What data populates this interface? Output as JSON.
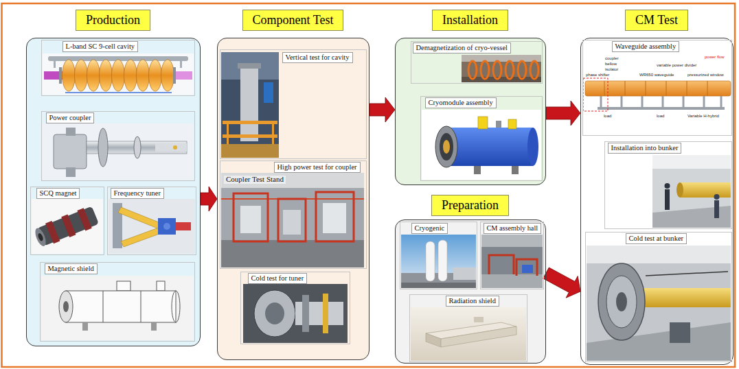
{
  "diagram": {
    "nodes": [
      {
        "text": [
          "Production"
        ]
      },
      {
        "text": [
          "L-band SC 9-cell cavity"
        ],
        "in": 0
      },
      {
        "text": [
          "Power coupler"
        ],
        "in": 0
      },
      {
        "text": [
          "SCQ magnet"
        ],
        "in": 0
      },
      {
        "text": [
          "Frequency tuner"
        ],
        "in": 0
      },
      {
        "text": [
          "Magnetic shield"
        ],
        "in": 0
      },
      {
        "text": [
          "Component Test"
        ]
      },
      {
        "text": [
          "Vertical test for cavity"
        ],
        "in": 6
      },
      {
        "text": [
          "High power test for coupler"
        ],
        "in": 6
      },
      {
        "text": [
          "Cold test for tuner"
        ],
        "in": 6
      },
      {
        "text": [
          "Installation"
        ]
      },
      {
        "text": [
          "Demagnetization of cryo-vessel"
        ],
        "in": 10
      },
      {
        "text": [
          "Cryomodule assembly"
        ],
        "in": 10
      },
      {
        "text": [
          "Preparation"
        ]
      },
      {
        "text": [
          "Cryogenic"
        ],
        "in": 13
      },
      {
        "text": [
          "CM assembly hall"
        ],
        "in": 13
      },
      {
        "text": [
          "Radiation shield"
        ],
        "in": 13
      },
      {
        "text": [
          "CM Test"
        ]
      },
      {
        "text": [
          "Waveguide assembly"
        ],
        "in": 17
      },
      {
        "text": [
          "Installation into bunker"
        ],
        "in": 17
      },
      {
        "text": [
          "Cold test at bunker"
        ],
        "in": 17
      }
    ],
    "edges": [
      {
        "from": 0,
        "to": 6,
        "arrow": "to"
      },
      {
        "from": 6,
        "to": 10,
        "arrow": "to"
      },
      {
        "from": 10,
        "to": 17,
        "arrow": "to"
      },
      {
        "from": 13,
        "to": 17,
        "arrow": "to"
      }
    ],
    "labels": [
      "Coupler Test Stand",
      "phase shifter",
      "coupler",
      "bellow",
      "isolator",
      "load",
      "WR650 waveguide",
      "variable power divider",
      "pressurized window",
      "power flow",
      "load",
      "Variable H-hybrid"
    ]
  }
}
